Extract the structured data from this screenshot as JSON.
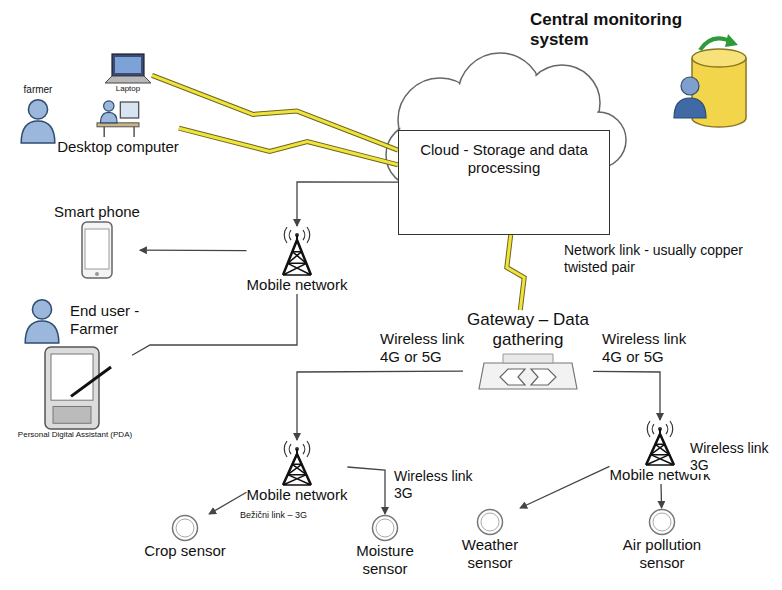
{
  "diagram": {
    "nodes": [
      {
        "text": [
          "farmer"
        ]
      },
      {
        "text": [
          "Laptop"
        ]
      },
      {
        "text": [
          "Desktop computer"
        ]
      },
      {
        "text": [
          "Cloud - Storage and data processing"
        ]
      },
      {
        "text": [
          "Smart phone"
        ]
      },
      {
        "text": [
          "Mobile network"
        ]
      },
      {
        "text": [
          "End user - Farmer"
        ]
      },
      {
        "text": [
          "Personal Digital Assistant (PDA)"
        ]
      },
      {
        "text": [
          "Gateway – Data gathering"
        ]
      },
      {
        "text": [
          "Mobile network"
        ]
      },
      {
        "text": [
          "Mobile network"
        ]
      },
      {
        "text": [
          "Crop sensor"
        ]
      },
      {
        "text": [
          "Moisture sensor"
        ]
      },
      {
        "text": [
          "Weather sensor"
        ]
      },
      {
        "text": [
          "Air pollution sensor"
        ]
      }
    ],
    "edges": [
      {
        "from": 1,
        "to": 3,
        "arrow": "none"
      },
      {
        "from": 2,
        "to": 3,
        "arrow": "none"
      },
      {
        "from": 3,
        "to": 5,
        "arrow": "to"
      },
      {
        "from": 5,
        "to": 4,
        "arrow": "to"
      },
      {
        "from": 5,
        "to": 7,
        "arrow": "none"
      },
      {
        "from": 3,
        "to": 8,
        "label": "Network link - usually copper twisted pair",
        "arrow": "none"
      },
      {
        "from": 8,
        "to": 9,
        "label": "Wireless link 4G or 5G",
        "arrow": "to"
      },
      {
        "from": 8,
        "to": 10,
        "label": "Wireless link 4G or 5G",
        "arrow": "to"
      },
      {
        "from": 9,
        "to": 11,
        "label": "Bežični link – 3G",
        "arrow": "to"
      },
      {
        "from": 9,
        "to": 12,
        "label": "Wireless link 3G",
        "arrow": "to"
      },
      {
        "from": 10,
        "to": 13,
        "arrow": "to"
      },
      {
        "from": 10,
        "to": 14,
        "label": "Wireless link 3G",
        "arrow": "to"
      }
    ],
    "labels": [
      "Central monitoring system"
    ]
  }
}
